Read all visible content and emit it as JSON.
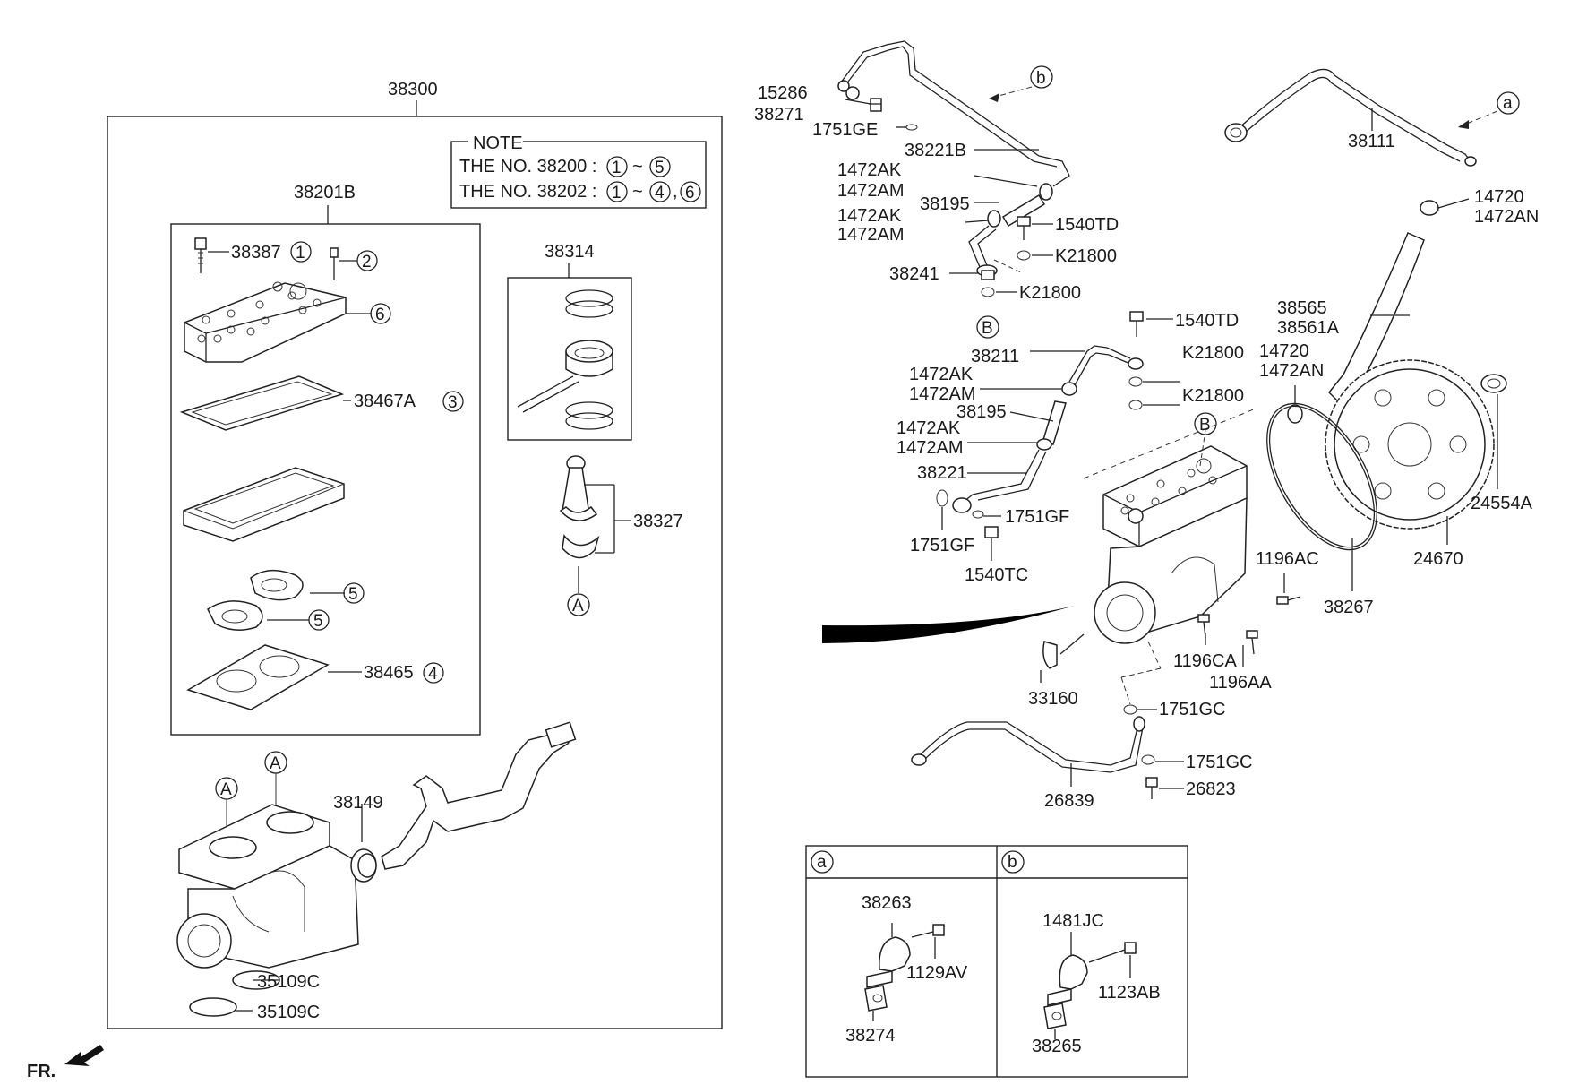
{
  "labels": {
    "l38300": "38300",
    "l38201B": "38201B",
    "l38387": "38387",
    "l38467A": "38467A",
    "l38465": "38465",
    "l38314": "38314",
    "l38327": "38327",
    "l38149": "38149",
    "l35109C_a": "35109C",
    "l35109C_b": "35109C",
    "l15286": "15286",
    "l38271": "38271",
    "l1751GE": "1751GE",
    "l38221B": "38221B",
    "l1472AK_1": "1472AK",
    "l1472AM_1": "1472AM",
    "l38195_1": "38195",
    "l1472AK_2": "1472AK",
    "l1472AM_2": "1472AM",
    "l1540TD_1": "1540TD",
    "l38241": "38241",
    "lK21800_1": "K21800",
    "lK21800_2": "K21800",
    "l1540TD_2": "1540TD",
    "l38211": "38211",
    "lK21800_3": "K21800",
    "l1472AK_3": "1472AK",
    "l1472AM_3": "1472AM",
    "l38195_2": "38195",
    "lK21800_4": "K21800",
    "l1472AK_4": "1472AK",
    "l1472AM_4": "1472AM",
    "l38221": "38221",
    "l1751GF_1": "1751GF",
    "l1751GF_2": "1751GF",
    "l1540TC": "1540TC",
    "l38111": "38111",
    "l14720_1": "14720",
    "l1472AN_1": "1472AN",
    "l38565": "38565",
    "l38561A": "38561A",
    "l14720_2": "14720",
    "l1472AN_2": "1472AN",
    "l24554A": "24554A",
    "l24670": "24670",
    "l38267": "38267",
    "l1196AC": "1196AC",
    "l1196CA": "1196CA",
    "l1196AA": "1196AA",
    "l33160": "33160",
    "l1751GC_1": "1751GC",
    "l1751GC_2": "1751GC",
    "l26823": "26823",
    "l26839": "26839",
    "l38263": "38263",
    "l1129AV": "1129AV",
    "l38274": "38274",
    "l1481JC": "1481JC",
    "l1123AB": "1123AB",
    "l38265": "38265",
    "fr": "FR."
  },
  "note": {
    "title": "NOTE",
    "line1_prefix": "THE NO. 38200 :",
    "line1_a": "1",
    "line1_sep": "~",
    "line1_b": "5",
    "line2_prefix": "THE NO. 38202 :",
    "line2_a": "1",
    "line2_sep": "~",
    "line2_b": "4",
    "line2_comma": ",",
    "line2_c": "6"
  },
  "callouts": {
    "c1": "1",
    "c2": "2",
    "c3": "3",
    "c4": "4",
    "c5a": "5",
    "c5b": "5",
    "c6": "6",
    "ref_a1": "A",
    "ref_a2": "A",
    "ref_a3": "A",
    "ref_b1": "B",
    "ref_b2": "B",
    "ref_small_a": "a",
    "ref_small_b": "b",
    "panel_a": "a",
    "panel_b": "b"
  },
  "colors": {
    "line": "#222222",
    "background": "#ffffff"
  }
}
